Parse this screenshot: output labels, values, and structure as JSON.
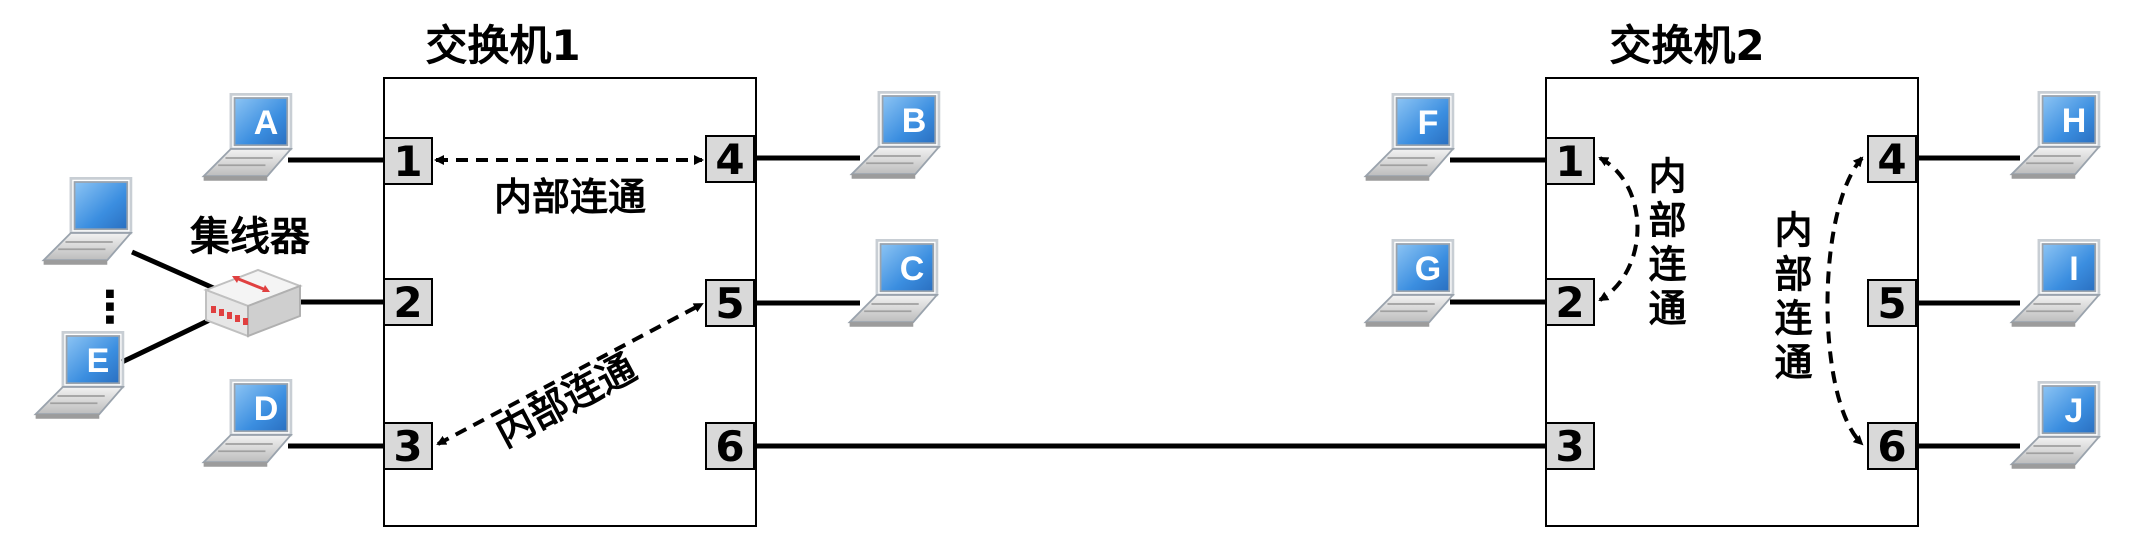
{
  "switches": [
    {
      "title": "交换机1",
      "ports": [
        "1",
        "2",
        "3",
        "4",
        "5",
        "6"
      ],
      "internal_links": [
        {
          "from": "1",
          "to": "4",
          "label": "内部连通"
        },
        {
          "from": "3",
          "to": "5",
          "label": "内部连通"
        }
      ]
    },
    {
      "title": "交换机2",
      "ports": [
        "1",
        "2",
        "3",
        "4",
        "5",
        "6"
      ],
      "internal_links": [
        {
          "from": "1",
          "to": "2",
          "label": "内部连通"
        },
        {
          "from": "4",
          "to": "6",
          "label": "内部连通"
        }
      ]
    }
  ],
  "hub": {
    "label": "集线器",
    "ellipsis": "⋮"
  },
  "computers": [
    "A",
    "B",
    "C",
    "D",
    "E",
    "F",
    "G",
    "H",
    "I",
    "J"
  ],
  "trunk_link": {
    "from": "交换机1:6",
    "to": "交换机2:3"
  },
  "colors": {
    "port_fill": "#d9d9d9",
    "screen_blue": "#3b8ee0",
    "hub_red": "#e04040"
  }
}
